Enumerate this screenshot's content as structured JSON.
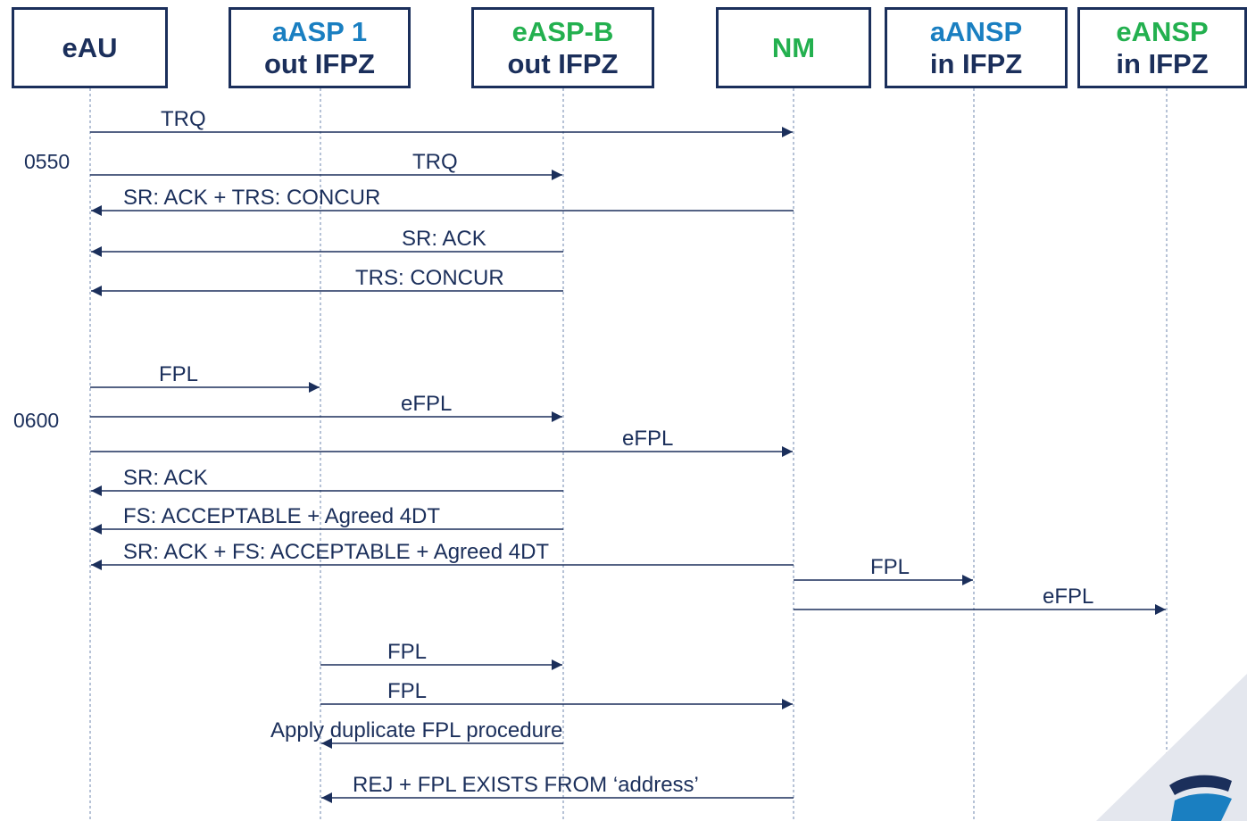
{
  "actors": [
    {
      "id": "eau",
      "line1": "eAU",
      "line2": "",
      "color": "#1b2f5b"
    },
    {
      "id": "aasp1",
      "line1": "aASP 1",
      "line2": "out IFPZ",
      "color": "#1a7fc1"
    },
    {
      "id": "easpb",
      "line1": "eASP-B",
      "line2": "out IFPZ",
      "color": "#23b04f"
    },
    {
      "id": "nm",
      "line1": "NM",
      "line2": "",
      "color": "#23b04f"
    },
    {
      "id": "aansp",
      "line1": "aANSP",
      "line2": "in IFPZ",
      "color": "#1a7fc1"
    },
    {
      "id": "eansp",
      "line1": "eANSP",
      "line2": "in IFPZ",
      "color": "#23b04f"
    }
  ],
  "times": [
    "0550",
    "0600"
  ],
  "messages": [
    {
      "from": "eau",
      "to": "nm",
      "label": "TRQ"
    },
    {
      "from": "eau",
      "to": "easpb",
      "label": "TRQ"
    },
    {
      "from": "nm",
      "to": "eau",
      "label": "SR: ACK + TRS: CONCUR"
    },
    {
      "from": "easpb",
      "to": "eau",
      "label": "SR: ACK"
    },
    {
      "from": "easpb",
      "to": "eau",
      "label": "TRS: CONCUR"
    },
    {
      "from": "eau",
      "to": "aasp1",
      "label": "FPL"
    },
    {
      "from": "eau",
      "to": "easpb",
      "label": "eFPL"
    },
    {
      "from": "eau",
      "to": "nm",
      "label": "eFPL"
    },
    {
      "from": "easpb",
      "to": "eau",
      "label": "SR: ACK"
    },
    {
      "from": "easpb",
      "to": "eau",
      "label": "FS: ACCEPTABLE + Agreed 4DT"
    },
    {
      "from": "nm",
      "to": "eau",
      "label": "SR: ACK + FS: ACCEPTABLE + Agreed 4DT"
    },
    {
      "from": "nm",
      "to": "aansp",
      "label": "FPL"
    },
    {
      "from": "nm",
      "to": "eansp",
      "label": "eFPL"
    },
    {
      "from": "aasp1",
      "to": "easpb",
      "label": "FPL"
    },
    {
      "from": "aasp1",
      "to": "nm",
      "label": "FPL"
    },
    {
      "from": "easpb",
      "to": "aasp1",
      "label": "Apply duplicate FPL procedure"
    },
    {
      "from": "nm",
      "to": "aasp1",
      "label": "REJ + FPL EXISTS FROM ‘address’"
    }
  ],
  "colors": {
    "line": "#1b2f5b",
    "lifeline": "#8ea2c0"
  },
  "icons": {
    "logo": "eurocontrol-logo"
  }
}
